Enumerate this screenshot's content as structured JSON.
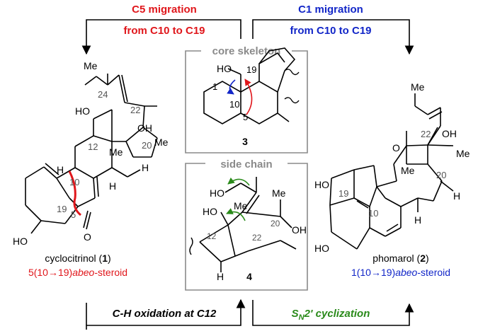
{
  "migrations": {
    "left": {
      "line1": "C5 migration",
      "line2": "from C10 to C19",
      "color": "#e0161b"
    },
    "right": {
      "line1": "C1 migration",
      "line2": "from C10 to C19",
      "color": "#1226c8"
    }
  },
  "panels": {
    "core": {
      "title": "core skeleton",
      "compound_number": "3"
    },
    "side": {
      "title": "side chain",
      "compound_number": "4"
    }
  },
  "cyclocitrinol": {
    "name": "cyclocitrinol (",
    "number": "1",
    "close": ")",
    "class_prefix": "5(10→19)",
    "class_italic": "abeo",
    "class_suffix": "-steroid",
    "class_color": "#e0161b"
  },
  "phomarol": {
    "name": "phomarol (",
    "number": "2",
    "close": ")",
    "class_prefix": "1(10→19)",
    "class_italic": "abeo",
    "class_suffix": "-steroid",
    "class_color": "#1226c8"
  },
  "bottom": {
    "left_text": "C-H oxidation at C12",
    "right_text_a": "S",
    "right_text_sub": "N",
    "right_text_b": "2' cyclization",
    "right_color": "#2a8a1a"
  },
  "atoms": {
    "me": "Me",
    "ho": "HO",
    "oh": "OH",
    "h": "H",
    "o": "O",
    "methyl_short": "Me"
  },
  "locants": {
    "n1": "1",
    "n5": "5",
    "n10": "10",
    "n12": "12",
    "n19": "19",
    "n20": "20",
    "n22": "22",
    "n24": "24"
  },
  "colors": {
    "gray": "#8a8a8a",
    "black": "#000000",
    "green": "#2a8a1a"
  }
}
